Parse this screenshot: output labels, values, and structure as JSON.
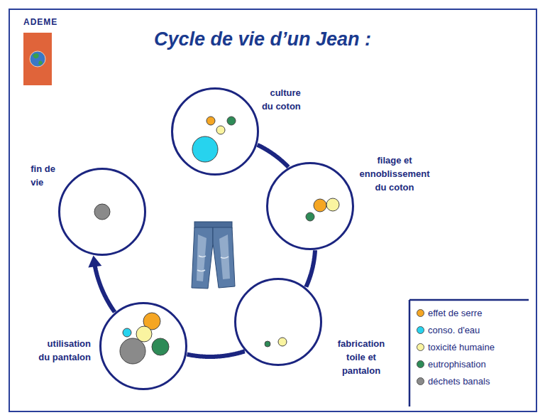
{
  "diagram": {
    "title": "Cycle de vie d’un Jean :",
    "nodes": [
      {
        "text": [
          "culture du coton"
        ]
      },
      {
        "text": [
          "filage et ennoblissement du coton"
        ]
      },
      {
        "text": [
          "fabrication toile et pantalon"
        ]
      },
      {
        "text": [
          "utilisation du pantalon"
        ]
      },
      {
        "text": [
          "fin de vie"
        ]
      }
    ],
    "edges": [
      {
        "from": 0,
        "to": 1,
        "arrow": "none"
      },
      {
        "from": 1,
        "to": 2,
        "arrow": "none"
      },
      {
        "from": 2,
        "to": 3,
        "arrow": "none"
      },
      {
        "from": 3,
        "to": 4,
        "arrow": "to"
      }
    ],
    "labels": [
      "ADEME"
    ],
    "legend": [
      {
        "text": "effet de serre",
        "color": "#f5a623"
      },
      {
        "text": "conso. d'eau",
        "color": "#27d3ee"
      },
      {
        "text": "toxicité humaine",
        "color": "#faf4a0"
      },
      {
        "text": "eutrophisation",
        "color": "#2e8b57"
      },
      {
        "text": "déchets banals",
        "color": "#8a8a8a"
      }
    ]
  }
}
